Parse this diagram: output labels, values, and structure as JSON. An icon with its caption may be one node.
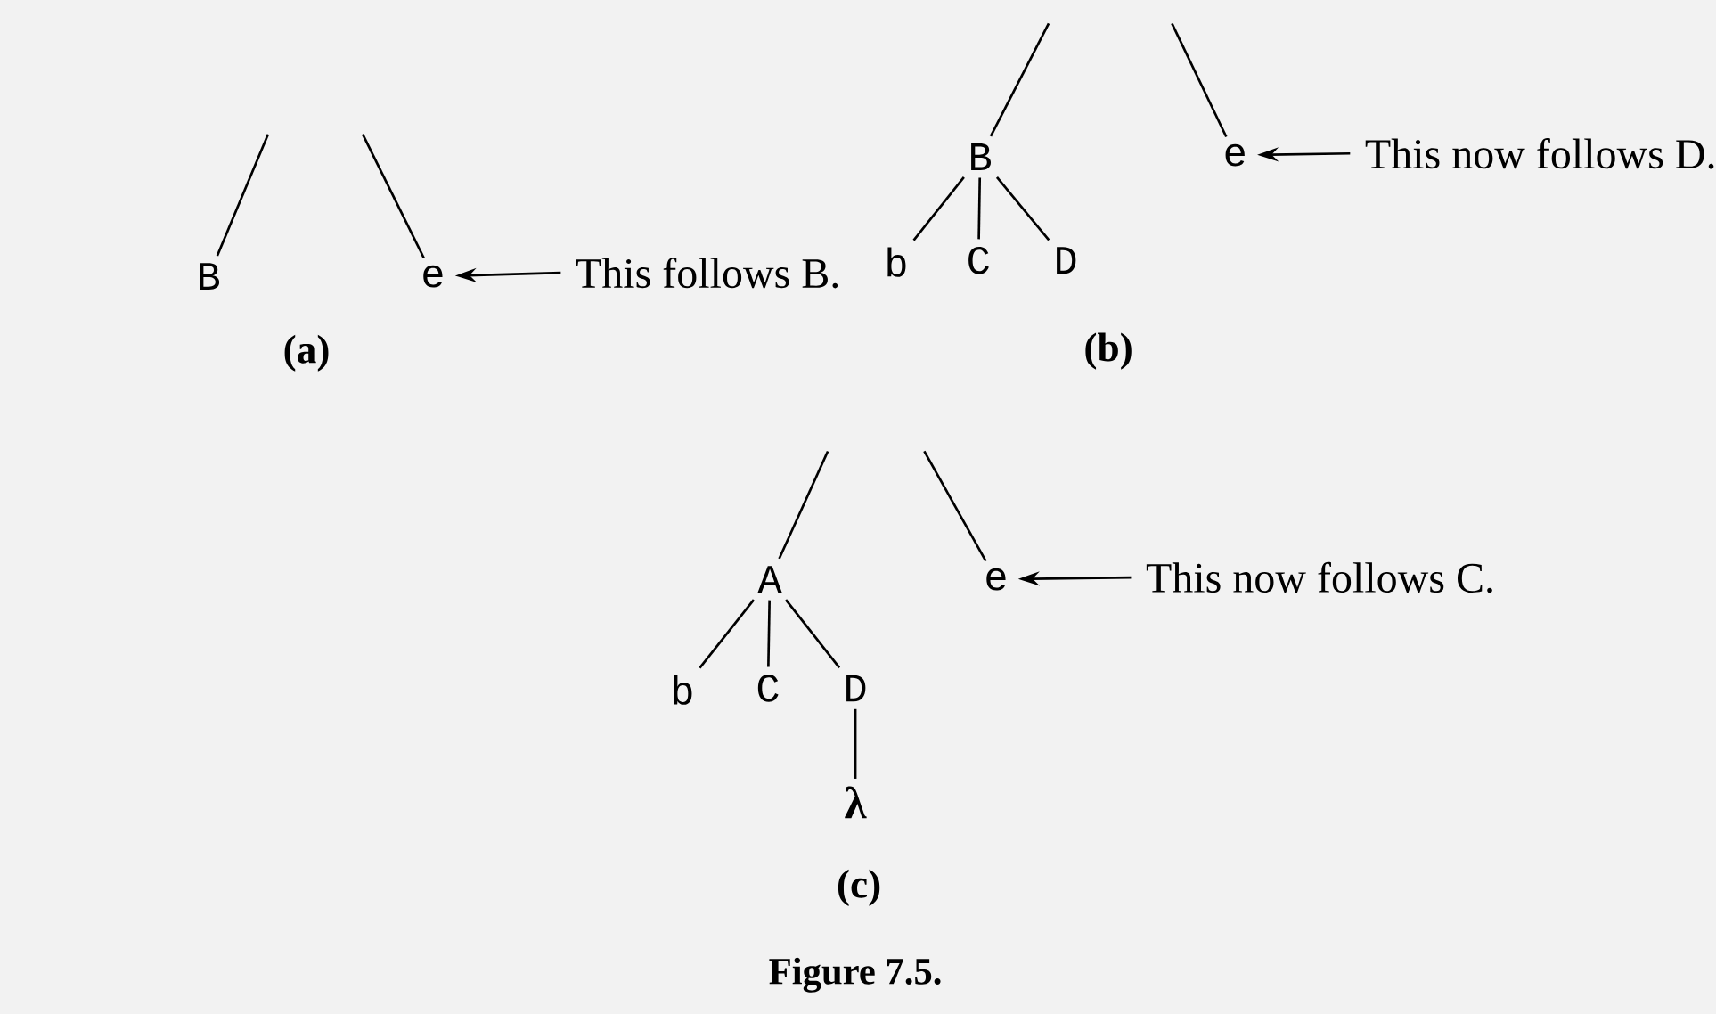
{
  "diagram": {
    "caption": "Figure 7.5.",
    "nodes": [
      {
        "text": [
          "B"
        ]
      },
      {
        "text": [
          "e"
        ]
      },
      {
        "text": [
          "This follows B."
        ]
      },
      {
        "text": [
          "B"
        ]
      },
      {
        "text": [
          "e"
        ]
      },
      {
        "text": [
          "This now follows D."
        ]
      },
      {
        "text": [
          "b"
        ]
      },
      {
        "text": [
          "C"
        ]
      },
      {
        "text": [
          "D"
        ]
      },
      {
        "text": [
          "A"
        ]
      },
      {
        "text": [
          "e"
        ]
      },
      {
        "text": [
          "This now follows C."
        ]
      },
      {
        "text": [
          "b"
        ]
      },
      {
        "text": [
          "C"
        ]
      },
      {
        "text": [
          "D"
        ]
      },
      {
        "text": [
          "λ"
        ]
      }
    ],
    "edges": [
      {
        "from": null,
        "to": 0,
        "arrow": "none"
      },
      {
        "from": null,
        "to": 1,
        "arrow": "none"
      },
      {
        "from": 2,
        "to": 1,
        "arrow": "to"
      },
      {
        "from": null,
        "to": 3,
        "arrow": "none"
      },
      {
        "from": null,
        "to": 4,
        "arrow": "none"
      },
      {
        "from": 5,
        "to": 4,
        "arrow": "to"
      },
      {
        "from": 3,
        "to": 6,
        "arrow": "none"
      },
      {
        "from": 3,
        "to": 7,
        "arrow": "none"
      },
      {
        "from": 3,
        "to": 8,
        "arrow": "none"
      },
      {
        "from": null,
        "to": 9,
        "arrow": "none"
      },
      {
        "from": null,
        "to": 10,
        "arrow": "none"
      },
      {
        "from": 11,
        "to": 10,
        "arrow": "to"
      },
      {
        "from": 9,
        "to": 12,
        "arrow": "none"
      },
      {
        "from": 9,
        "to": 13,
        "arrow": "none"
      },
      {
        "from": 9,
        "to": 14,
        "arrow": "none"
      },
      {
        "from": 14,
        "to": 15,
        "arrow": "none"
      }
    ],
    "labels": [
      "(a)",
      "(b)",
      "(c)"
    ]
  }
}
